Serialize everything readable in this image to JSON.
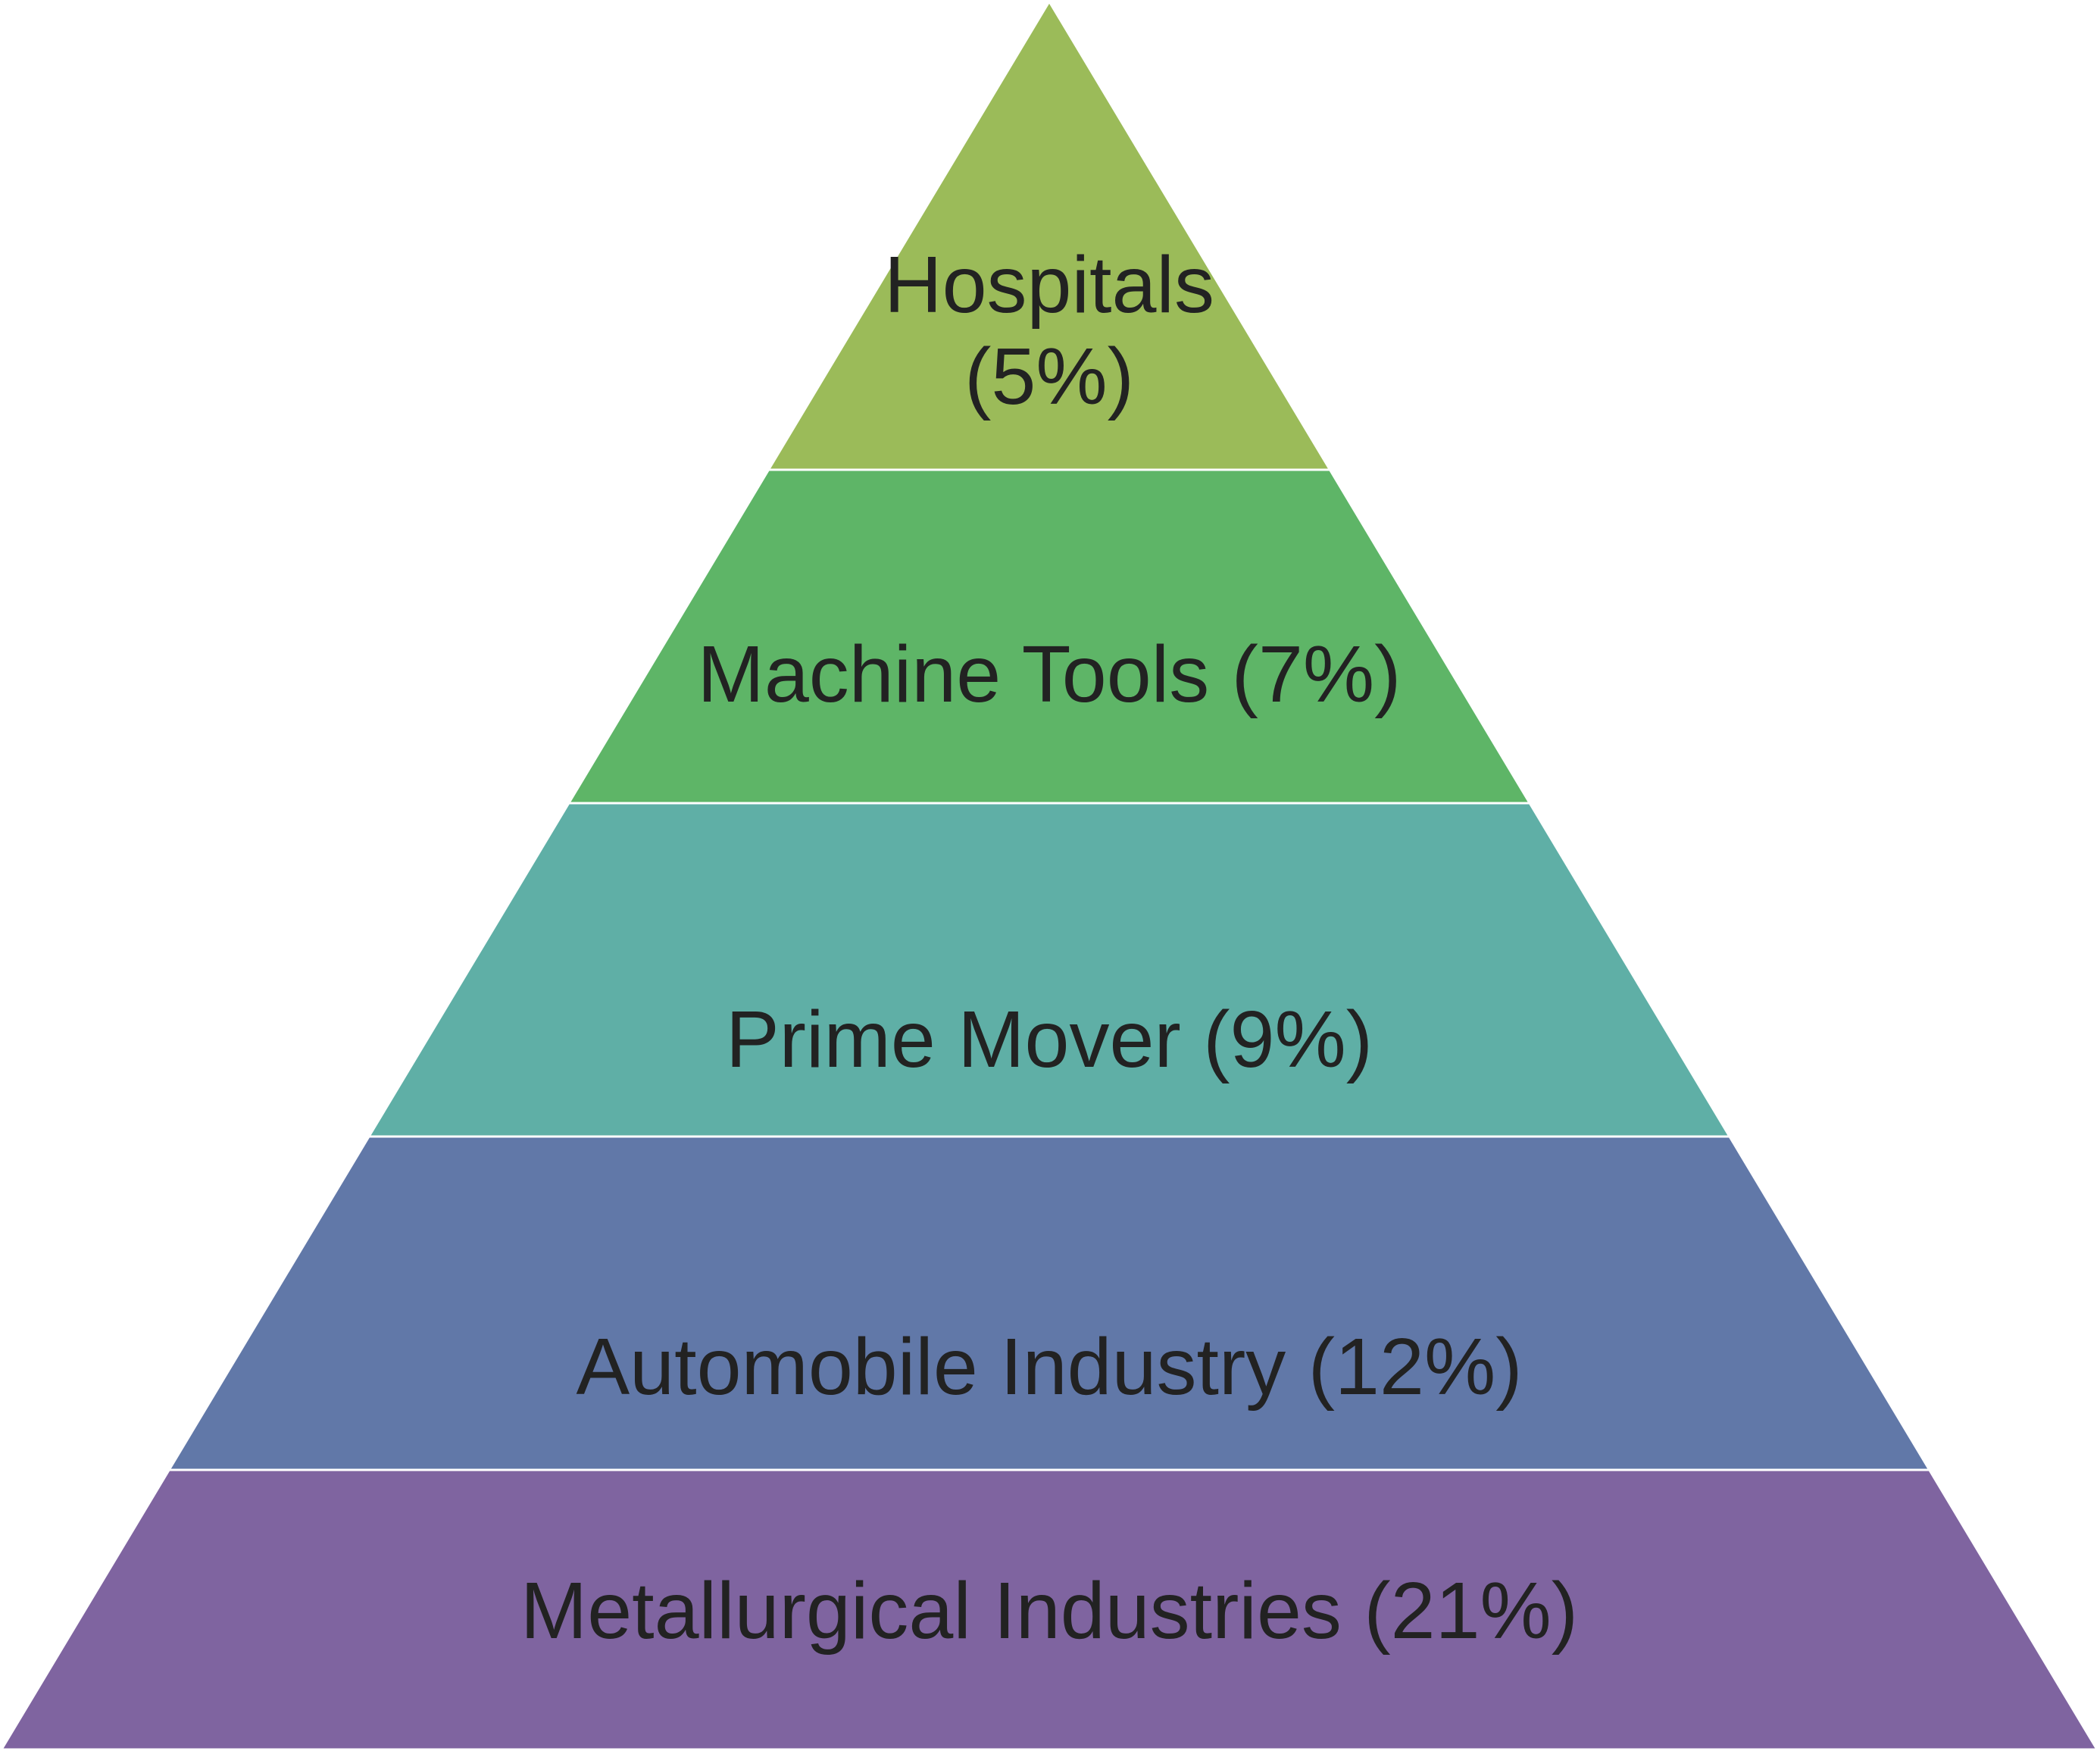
{
  "pyramid": {
    "tiers": [
      {
        "label_lines": [
          "Hospitals",
          "(5%)"
        ],
        "color": "#9BBB59"
      },
      {
        "label_lines": [
          "Machine Tools (7%)"
        ],
        "color": "#5EB567"
      },
      {
        "label_lines": [
          "Prime Mover (9%)"
        ],
        "color": "#5FAFA6"
      },
      {
        "label_lines": [
          "Automobile Industry (12%)"
        ],
        "color": "#6178A8"
      },
      {
        "label_lines": [
          "Metallurgical Industries (21%)"
        ],
        "color": "#7F64A0"
      }
    ]
  }
}
